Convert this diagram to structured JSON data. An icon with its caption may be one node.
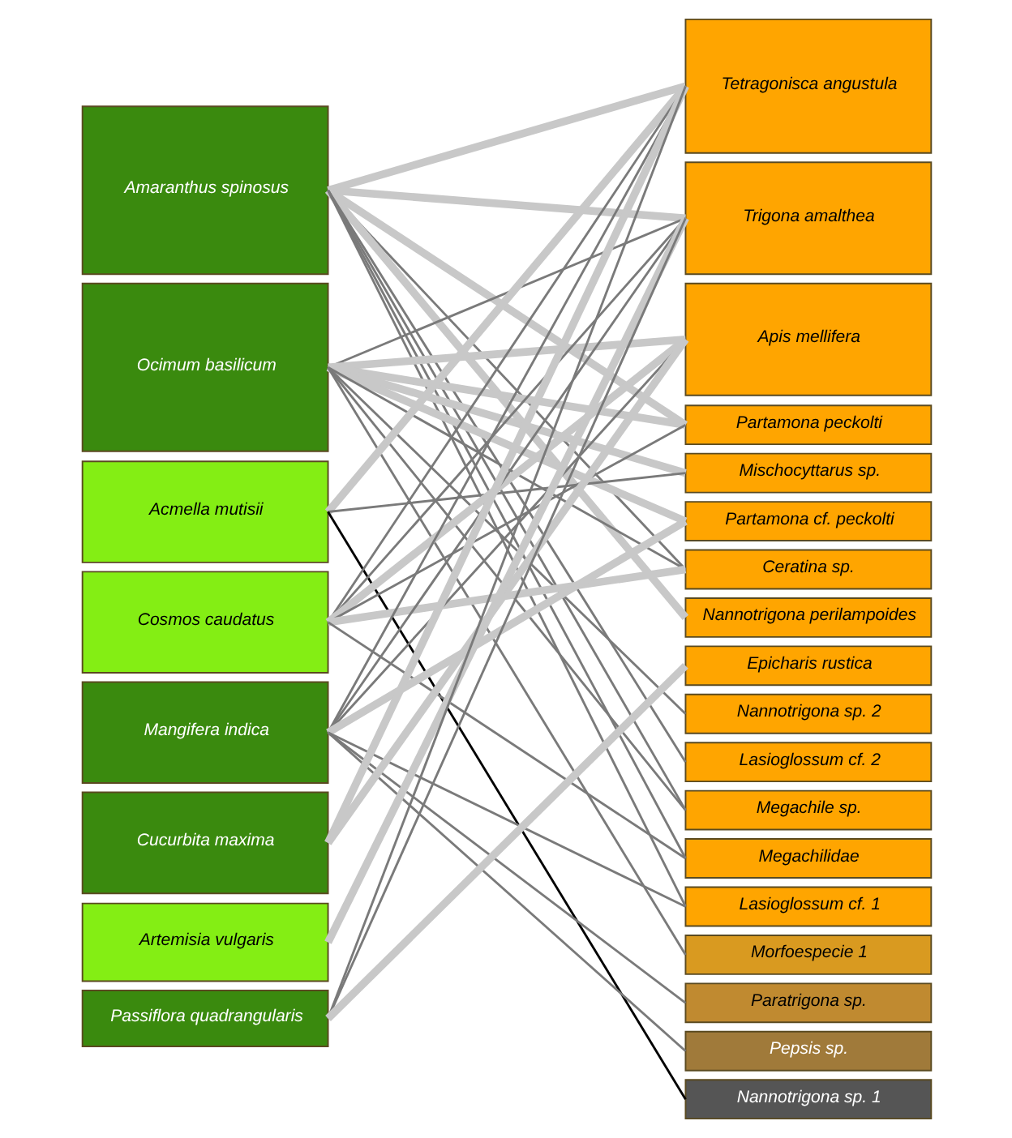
{
  "diagram": {
    "nodes": [
      {
        "text": [
          "Amaranthus spinosus"
        ]
      },
      {
        "text": [
          "Ocimum basilicum"
        ]
      },
      {
        "text": [
          "Acmella mutisii"
        ]
      },
      {
        "text": [
          "Cosmos caudatus"
        ]
      },
      {
        "text": [
          "Mangifera indica"
        ]
      },
      {
        "text": [
          "Cucurbita maxima"
        ]
      },
      {
        "text": [
          "Artemisia vulgaris"
        ]
      },
      {
        "text": [
          "Passiflora quadrangularis"
        ]
      },
      {
        "text": [
          "Tetragonisca angustula"
        ]
      },
      {
        "text": [
          "Trigona amalthea"
        ]
      },
      {
        "text": [
          "Apis mellifera"
        ]
      },
      {
        "text": [
          "Partamona peckolti"
        ]
      },
      {
        "text": [
          "Mischocyttarus sp."
        ]
      },
      {
        "text": [
          "Partamona cf. peckolti"
        ]
      },
      {
        "text": [
          "Ceratina sp."
        ]
      },
      {
        "text": [
          "Nannotrigona perilampoides"
        ]
      },
      {
        "text": [
          "Epicharis rustica"
        ]
      },
      {
        "text": [
          "Nannotrigona sp. 2"
        ]
      },
      {
        "text": [
          "Lasioglossum cf. 2"
        ]
      },
      {
        "text": [
          "Megachile sp."
        ]
      },
      {
        "text": [
          "Megachilidae"
        ]
      },
      {
        "text": [
          "Lasioglossum cf. 1"
        ]
      },
      {
        "text": [
          "Morfoespecie 1"
        ]
      },
      {
        "text": [
          "Paratrigona sp."
        ]
      },
      {
        "text": [
          "Pepsis sp."
        ]
      },
      {
        "text": [
          "Nannotrigona sp. 1"
        ]
      }
    ],
    "edges": [
      {
        "from": 0,
        "to": 8,
        "arrow": "none",
        "style": "thick"
      },
      {
        "from": 0,
        "to": 9,
        "arrow": "none",
        "style": "thick"
      },
      {
        "from": 0,
        "to": 11,
        "arrow": "none",
        "style": "thick"
      },
      {
        "from": 0,
        "to": 14,
        "arrow": "none"
      },
      {
        "from": 0,
        "to": 15,
        "arrow": "none",
        "style": "thick"
      },
      {
        "from": 0,
        "to": 18,
        "arrow": "none"
      },
      {
        "from": 0,
        "to": 19,
        "arrow": "none"
      },
      {
        "from": 0,
        "to": 20,
        "arrow": "none"
      },
      {
        "from": 0,
        "to": 21,
        "arrow": "none"
      },
      {
        "from": 1,
        "to": 9,
        "arrow": "none"
      },
      {
        "from": 1,
        "to": 10,
        "arrow": "none",
        "style": "thick"
      },
      {
        "from": 1,
        "to": 11,
        "arrow": "none",
        "style": "thick"
      },
      {
        "from": 1,
        "to": 12,
        "arrow": "none",
        "style": "thick"
      },
      {
        "from": 1,
        "to": 13,
        "arrow": "none",
        "style": "thick"
      },
      {
        "from": 1,
        "to": 14,
        "arrow": "none"
      },
      {
        "from": 1,
        "to": 17,
        "arrow": "none"
      },
      {
        "from": 1,
        "to": 19,
        "arrow": "none"
      },
      {
        "from": 1,
        "to": 22,
        "arrow": "none"
      },
      {
        "from": 2,
        "to": 8,
        "arrow": "none",
        "style": "thick"
      },
      {
        "from": 2,
        "to": 12,
        "arrow": "none"
      },
      {
        "from": 2,
        "to": 25,
        "arrow": "none",
        "color": "#000000"
      },
      {
        "from": 3,
        "to": 8,
        "arrow": "none"
      },
      {
        "from": 3,
        "to": 9,
        "arrow": "none"
      },
      {
        "from": 3,
        "to": 10,
        "arrow": "none",
        "style": "thick"
      },
      {
        "from": 3,
        "to": 11,
        "arrow": "none"
      },
      {
        "from": 3,
        "to": 14,
        "arrow": "none",
        "style": "thick"
      },
      {
        "from": 3,
        "to": 20,
        "arrow": "none"
      },
      {
        "from": 4,
        "to": 8,
        "arrow": "none"
      },
      {
        "from": 4,
        "to": 9,
        "arrow": "none"
      },
      {
        "from": 4,
        "to": 10,
        "arrow": "none"
      },
      {
        "from": 4,
        "to": 13,
        "arrow": "none",
        "style": "thick"
      },
      {
        "from": 4,
        "to": 21,
        "arrow": "none"
      },
      {
        "from": 4,
        "to": 23,
        "arrow": "none"
      },
      {
        "from": 4,
        "to": 24,
        "arrow": "none"
      },
      {
        "from": 5,
        "to": 8,
        "arrow": "none",
        "style": "thick"
      },
      {
        "from": 5,
        "to": 10,
        "arrow": "none",
        "style": "thick"
      },
      {
        "from": 6,
        "to": 9,
        "arrow": "none",
        "style": "thick"
      },
      {
        "from": 7,
        "to": 8,
        "arrow": "none"
      },
      {
        "from": 7,
        "to": 9,
        "arrow": "none"
      },
      {
        "from": 7,
        "to": 16,
        "arrow": "none",
        "style": "thick"
      }
    ]
  }
}
